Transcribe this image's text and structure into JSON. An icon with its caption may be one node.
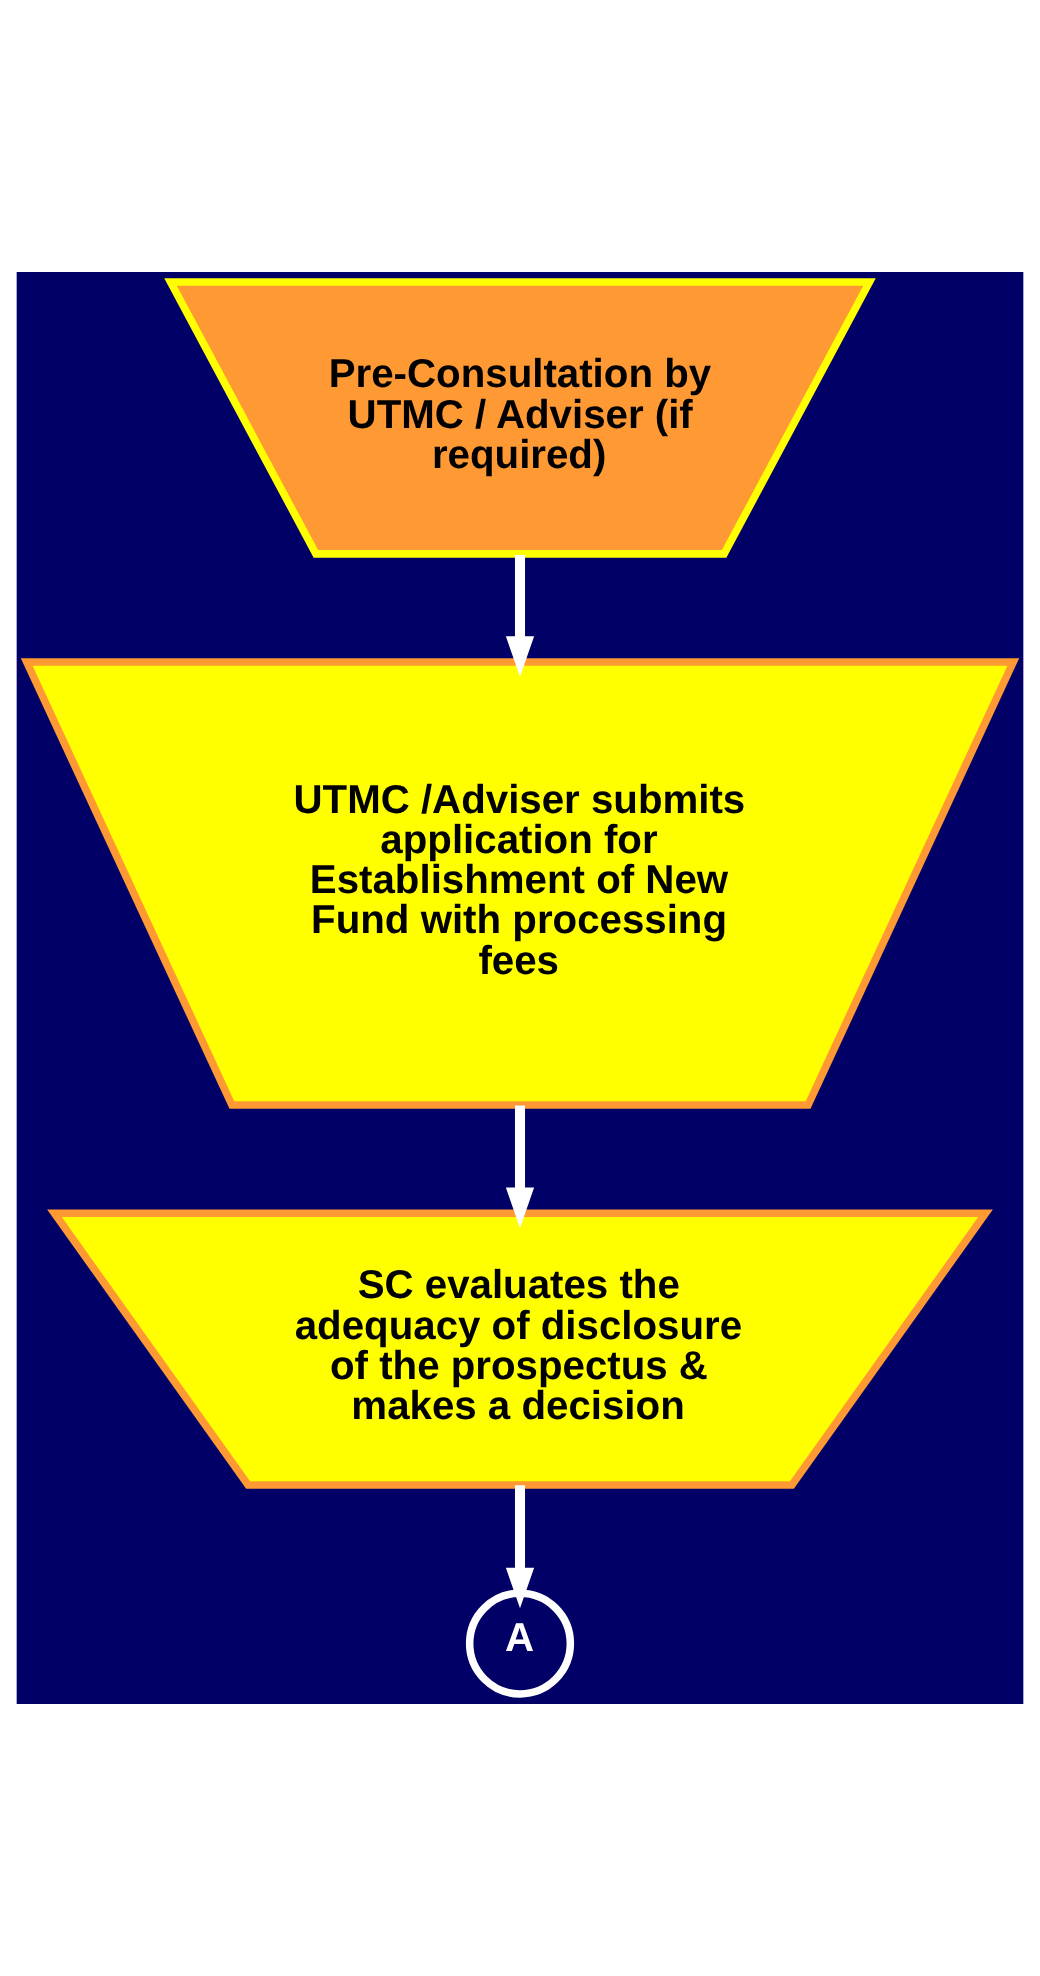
{
  "diagram": {
    "nodes": [
      {
        "text": [
          "Pre-Consultation by UTMC / Adviser (if required)"
        ]
      },
      {
        "text": [
          "UTMC /Adviser submits application for Establishment of New Fund with processing fees"
        ]
      },
      {
        "text": [
          "SC evaluates the adequacy of disclosure of the prospectus & makes a decision"
        ]
      },
      {
        "text": [
          "A"
        ]
      }
    ],
    "edges": [
      {
        "from": 0,
        "to": 1,
        "arrow": "to"
      },
      {
        "from": 1,
        "to": 2,
        "arrow": "to"
      },
      {
        "from": 2,
        "to": 3,
        "arrow": "to"
      }
    ]
  }
}
